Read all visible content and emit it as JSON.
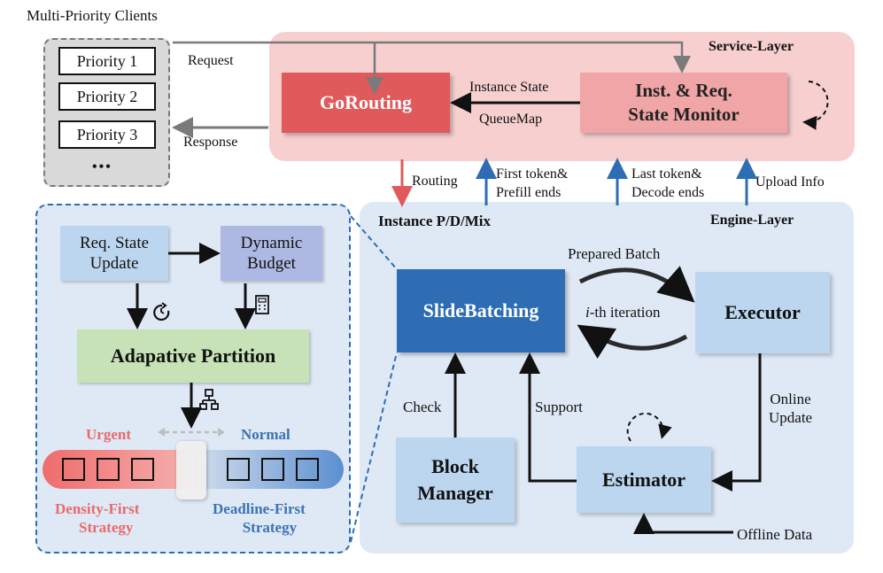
{
  "clients": {
    "title": "Multi-Priority Clients",
    "priorities": [
      "Priority 1",
      "Priority 2",
      "Priority 3"
    ],
    "ellipsis": "•••"
  },
  "service": {
    "title": "Service-Layer",
    "gorouting": "GoRouting",
    "monitor_line1": "Inst. & Req.",
    "monitor_line2": "State Monitor",
    "instance_state": "Instance State",
    "queuemap": "QueueMap",
    "request": "Request",
    "response": "Response"
  },
  "links": {
    "routing": "Routing",
    "first_token_1": "First token&",
    "first_token_2": "Prefill ends",
    "last_token_1": "Last token&",
    "last_token_2": "Decode ends",
    "upload_info": "Upload Info"
  },
  "engine": {
    "title": "Engine-Layer",
    "instance": "Instance P/D/Mix",
    "slidebatching": "SlideBatching",
    "executor": "Executor",
    "prepared_batch": "Prepared Batch",
    "iteration_i": "i",
    "iteration_rest": "-th iteration",
    "block_line1": "Block",
    "block_line2": "Manager",
    "estimator": "Estimator",
    "check": "Check",
    "support": "Support",
    "online_1": "Online",
    "online_2": "Update",
    "offline": "Offline Data"
  },
  "detail": {
    "req_line1": "Req. State",
    "req_line2": "Update",
    "budget_line1": "Dynamic",
    "budget_line2": "Budget",
    "partition": "Adapative Partition",
    "urgent": "Urgent",
    "normal": "Normal",
    "density_1": "Density-First",
    "density_2": "Strategy",
    "deadline_1": "Deadline-First",
    "deadline_2": "Strategy"
  },
  "colors": {
    "routing_arrow": "#e05a5c",
    "info_arrow": "#2e6db3",
    "urgent_text": "#e86b6b",
    "normal_text": "#3b73b5"
  }
}
